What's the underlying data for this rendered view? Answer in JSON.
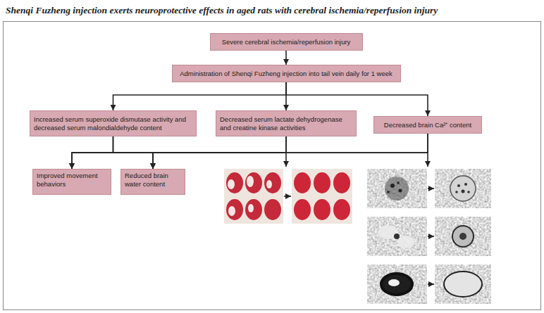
{
  "diagram": {
    "title": "Shenqi Fuzheng injection exerts neuroprotective effects in aged rats with cerebral ischemia/reperfusion injury",
    "nodes": [
      {
        "text": [
          "Severe cerebral ischemia/reperfusion injury"
        ]
      },
      {
        "text": [
          "Administration of Shenqi Fuzheng injection into tail vein daily for 1 week"
        ]
      },
      {
        "text": [
          "Increased serum superoxide dismutase activity and decreased serum malondialdehyde content"
        ]
      },
      {
        "text": [
          "Decreased serum lactate dehydrogenase and creatine kinase activities"
        ]
      },
      {
        "text": [
          "Decreased brain Ca²⁺ content"
        ]
      },
      {
        "text": [
          "Improved movement behaviors"
        ]
      },
      {
        "text": [
          "Reduced brain water content"
        ]
      }
    ],
    "edges": [
      {
        "from": 0,
        "to": 1,
        "arrow": "to"
      },
      {
        "from": 1,
        "to": 2,
        "arrow": "to"
      },
      {
        "from": 1,
        "to": 3,
        "arrow": "to"
      },
      {
        "from": 1,
        "to": 4,
        "arrow": "to"
      },
      {
        "from": 2,
        "to": 5,
        "arrow": "to"
      },
      {
        "from": 2,
        "to": 6,
        "arrow": "to"
      },
      {
        "from": 3,
        "to": 5,
        "arrow": "to"
      },
      {
        "from": 3,
        "to": 6,
        "arrow": "to"
      },
      {
        "from": 4,
        "to": 5,
        "arrow": "to"
      },
      {
        "from": 4,
        "to": 6,
        "arrow": "to"
      }
    ]
  }
}
